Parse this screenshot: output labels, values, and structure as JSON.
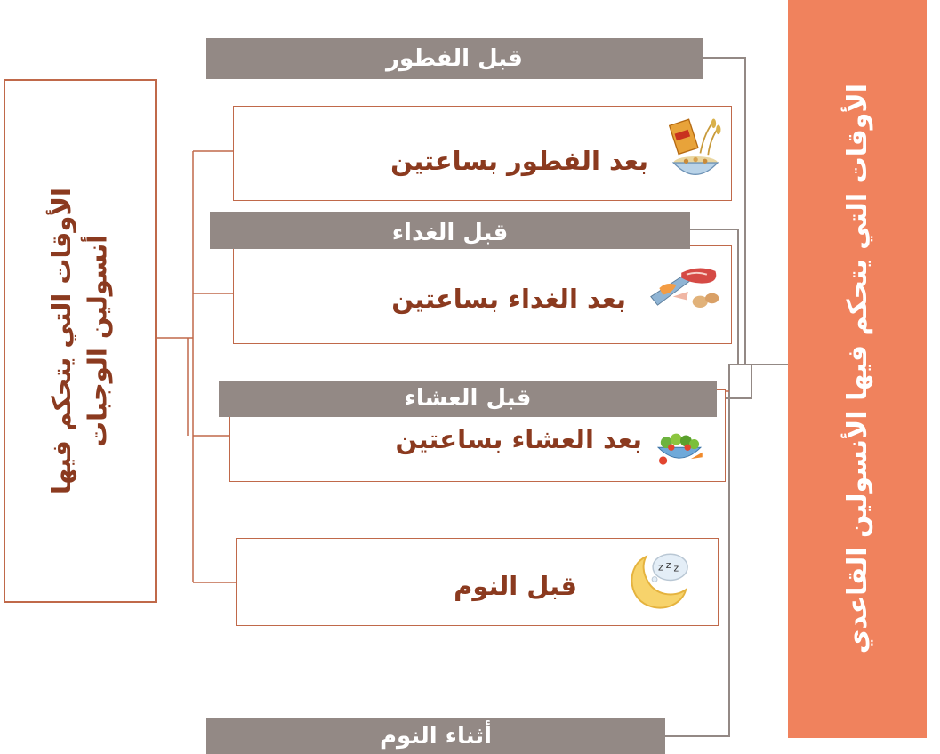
{
  "right_title": "الأوقات التي يتحكم فيها الأنسولين القاعدي",
  "left_title": "الأوقات التي يتحكم فيها\nأنسولين الوجبات",
  "basal_items": {
    "before_breakfast": "قبل الفطور",
    "before_lunch": "قبل الغداء",
    "before_dinner": "قبل العشاء",
    "during_sleep": "أثناء النوم"
  },
  "meal_items": {
    "after_breakfast": "بعد الفطور بساعتين",
    "after_lunch": "بعد الغداء بساعتين",
    "after_dinner": "بعد العشاء بساعتين",
    "before_sleep": "قبل النوم"
  },
  "icons": {
    "breakfast": "cereal-bowl-icon",
    "lunch": "meat-fish-plate-icon",
    "dinner": "salad-bowl-icon",
    "sleep": "crescent-moon-zzz-icon"
  },
  "colors": {
    "orange": "#f0825d",
    "gray": "#938985",
    "brown_text": "#8b3a1f",
    "box_border": "#c0694a"
  }
}
